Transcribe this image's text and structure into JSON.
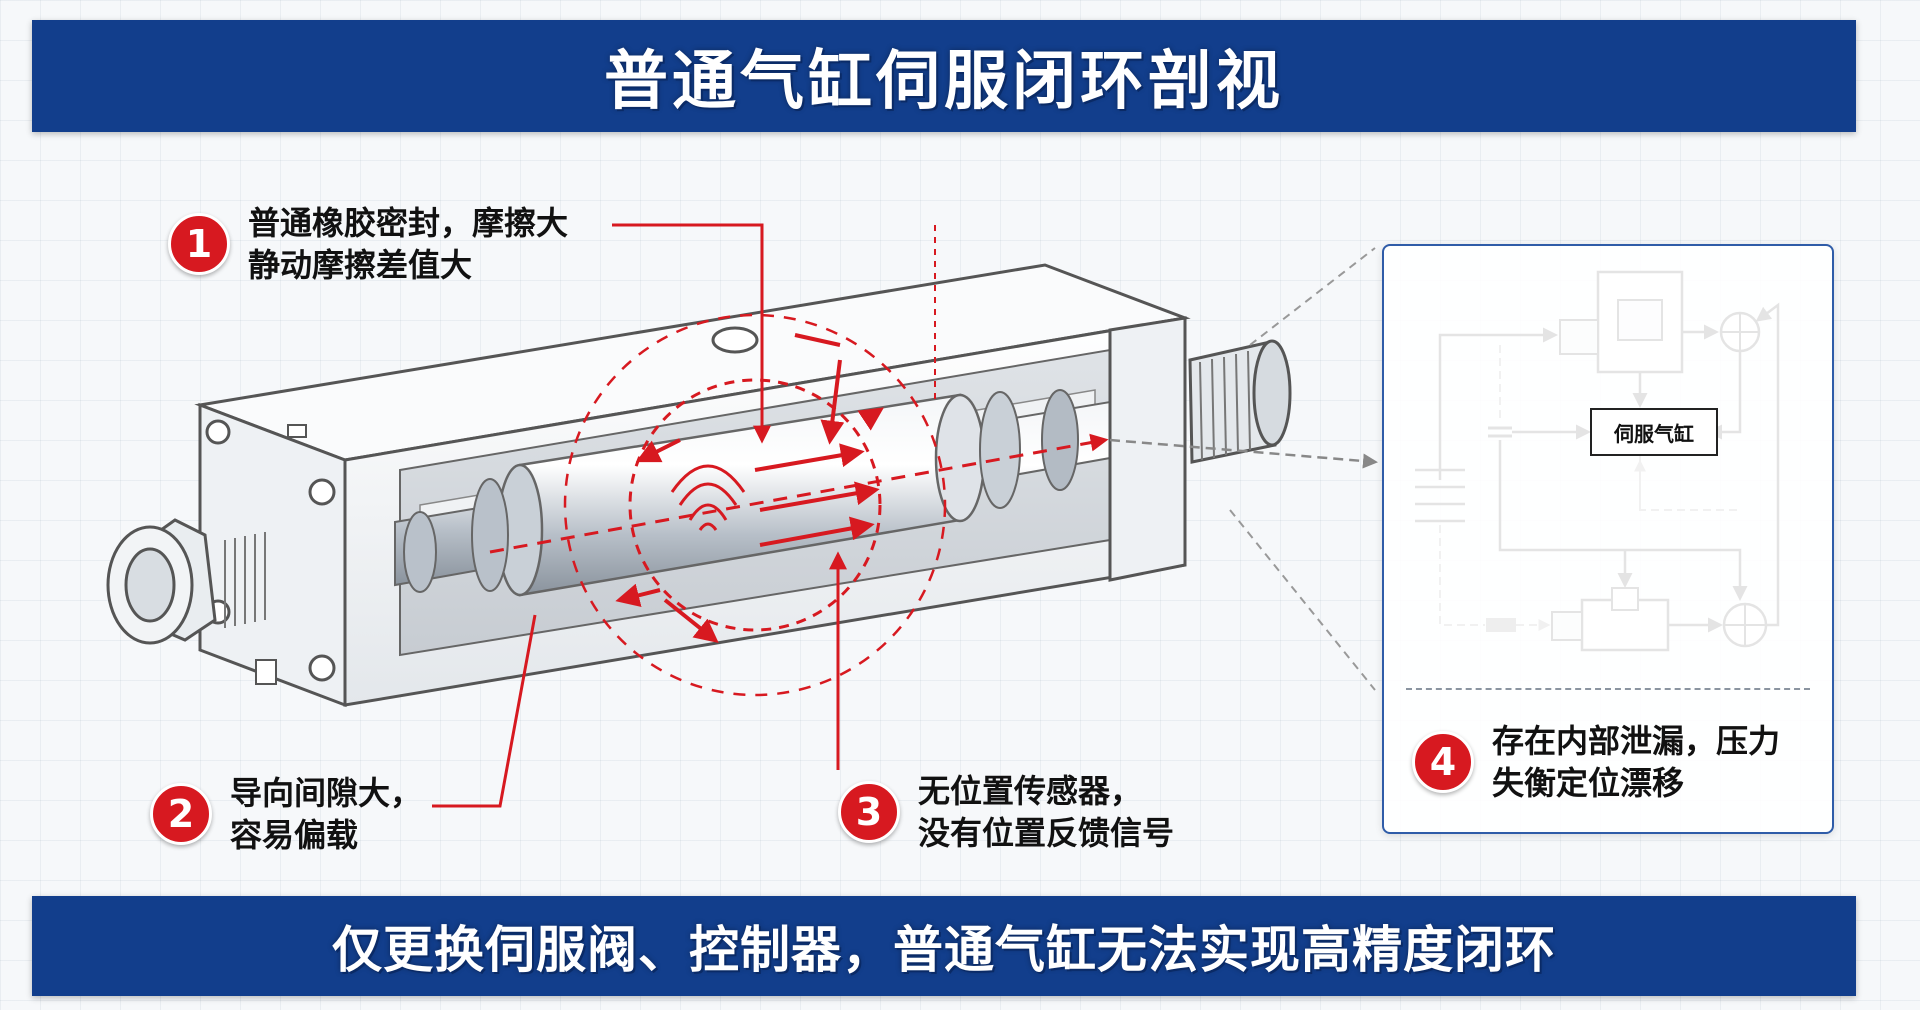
{
  "title": "普通气缸伺服闭环剖视",
  "footer": "仅更换伺服阀、控制器，普通气缸无法实现高精度闭环",
  "callouts": [
    {
      "number": "1",
      "lines": [
        "普通橡胶密封，摩擦大",
        "静动摩擦差值大"
      ]
    },
    {
      "number": "2",
      "lines": [
        "导向间隙大，",
        "容易偏载"
      ]
    },
    {
      "number": "3",
      "lines": [
        "无位置传感器，",
        "没有位置反馈信号"
      ]
    },
    {
      "number": "4",
      "lines": [
        "存在内部泄漏，压力",
        "失衡定位漂移"
      ]
    }
  ],
  "panel": {
    "box_label": "伺服气缸"
  },
  "colors": {
    "banner": "#123e8c",
    "accent_red": "#d71920",
    "panel_border": "#2f5ca8"
  },
  "icons": [
    "cylinder-illustration",
    "servo-valve-icon",
    "summing-junction-icon",
    "capacitor-icon"
  ]
}
